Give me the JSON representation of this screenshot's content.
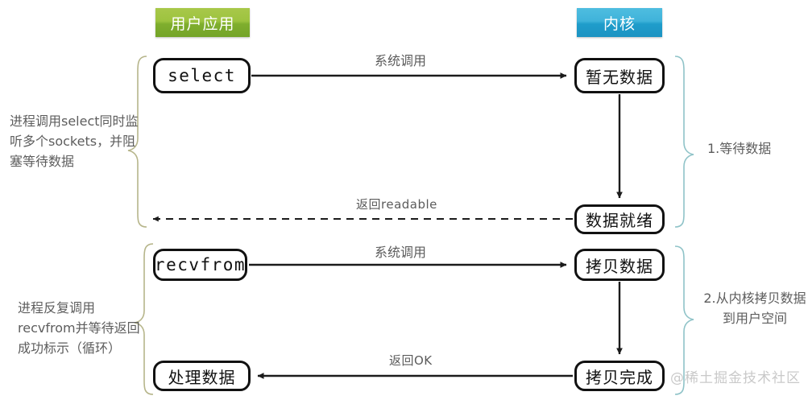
{
  "diagram": {
    "title": "select IO multiplexing flow",
    "colors": {
      "user_badge": "#9dc33f",
      "kernel_badge": "#3fb3da",
      "node_border": "#111111",
      "edge": "#222222",
      "label_text": "#5b5b5b",
      "brace_left": "#b5b487",
      "brace_right": "#8fc3c8",
      "watermark": "#c9c9c9"
    }
  },
  "lanes": {
    "user": {
      "label": "用户应用"
    },
    "kernel": {
      "label": "内核"
    }
  },
  "nodes": {
    "select": "select",
    "recvfrom": "recvfrom",
    "process_data": "处理数据",
    "no_data": "暂无数据",
    "data_ready": "数据就绪",
    "copy_data": "拷贝数据",
    "copy_done": "拷贝完成"
  },
  "edges": {
    "syscall_1": "系统调用",
    "return_readable": "返回readable",
    "syscall_2": "系统调用",
    "return_ok": "返回OK"
  },
  "annotations": {
    "left": [
      {
        "id": "phase-1",
        "text": "进程调用select同时监听多个sockets，并阻塞等待数据"
      },
      {
        "id": "phase-2",
        "text": "进程反复调用recvfrom并等待返回成功标示（循环）"
      }
    ],
    "right": [
      {
        "id": "step-1",
        "text": "1.等待数据"
      },
      {
        "id": "step-2",
        "text": "2.从内核拷贝数据到用户空间"
      }
    ]
  },
  "watermark": "@稀土掘金技术社区"
}
